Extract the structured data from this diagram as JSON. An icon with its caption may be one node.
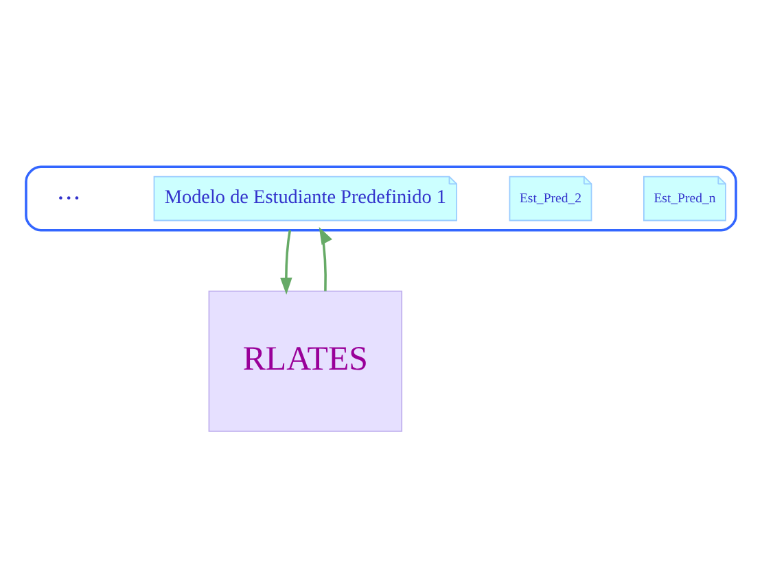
{
  "diagram": {
    "nodes": [
      {
        "text": [],
        "shape": "burst"
      },
      {
        "text": [
          "Est_Pred_n"
        ],
        "in": 0
      },
      {
        "text": [
          "Est_Pred_2"
        ],
        "in": 0
      },
      {
        "text": [
          "Modelo de Estudiante Predefinido 1"
        ],
        "in": 0
      },
      {
        "text": [
          "RLATES"
        ]
      }
    ],
    "edges": [
      {
        "from": 0,
        "to": 4,
        "arrow": "to"
      },
      {
        "from": 4,
        "to": 0,
        "arrow": "to"
      }
    ],
    "labels": [
      "• • •"
    ]
  }
}
